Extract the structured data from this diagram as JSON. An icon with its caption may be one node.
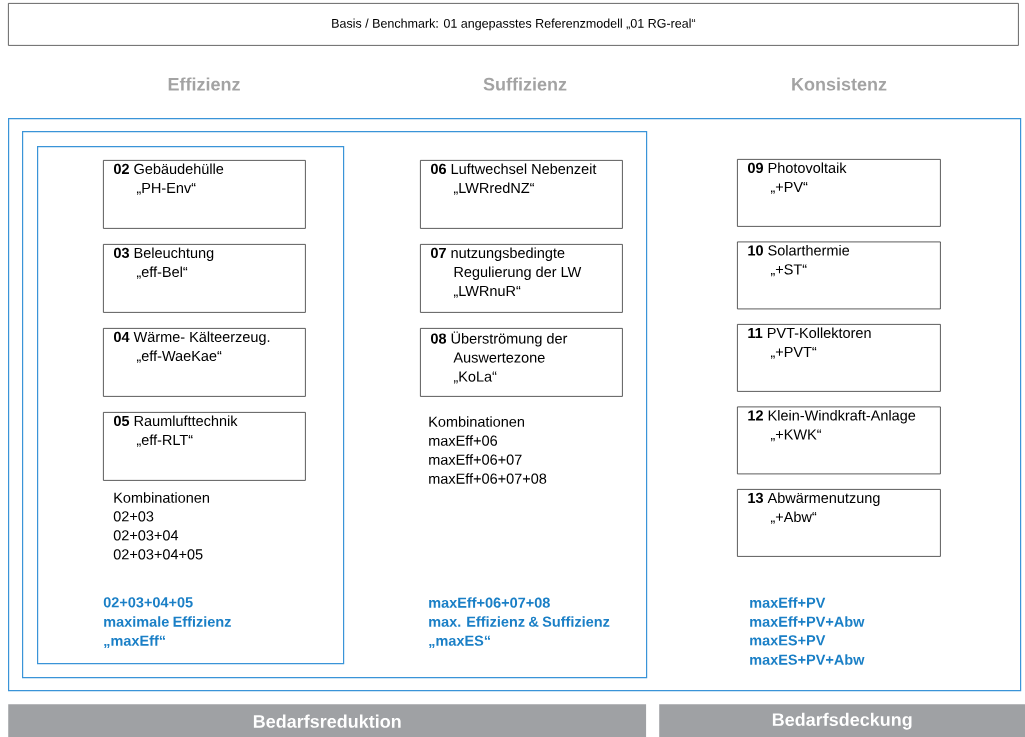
{
  "diagram": {
    "nodes": [
      {
        "text": [
          "Basis / Benchmark: 01 angepasstes Referenzmodell „01 RG-real“"
        ]
      },
      {
        "text": [
          "maxEff+PV",
          "maxEff+PV+Abw",
          "maxES+PV",
          "maxES+PV+Abw"
        ]
      },
      {
        "text": [
          "Kombinationen",
          "maxEff+06",
          "maxEff+06+07",
          "maxEff+06+07+08",
          "maxEff+06+07+08",
          "max. Effizienz & Suffizienz „maxES“"
        ],
        "in": 1
      },
      {
        "text": [
          "Kombinationen",
          "02+03",
          "02+03+04",
          "02+03+04+05",
          "02+03+04+05",
          "maximale Effizienz „maxEff“"
        ],
        "in": 2
      },
      {
        "text": [
          "**02** Gebäudehülle",
          "„PH-Env“"
        ],
        "in": 3
      },
      {
        "text": [
          "**03** Beleuchtung",
          "„eff-Bel“"
        ],
        "in": 3
      },
      {
        "text": [
          "**04** Wärme- Kälteerzeug.",
          "„eff-WaeKae“"
        ],
        "in": 3
      },
      {
        "text": [
          "**05** Raumlufttechnik",
          "„eff-RLT“"
        ],
        "in": 3
      },
      {
        "text": [
          "**06** Luftwechsel Nebenzeit",
          "„LWRredNZ“"
        ],
        "in": 2
      },
      {
        "text": [
          "**07** nutzungsbedingte Regulierung der LW",
          "„LWRnuR“"
        ],
        "in": 2
      },
      {
        "text": [
          "**08** Überströmung der Auswertezone",
          "„KoLa“"
        ],
        "in": 2
      },
      {
        "text": [
          "**09** Photovoltaik",
          "„+PV“"
        ],
        "in": 1
      },
      {
        "text": [
          "**10** Solarthermie",
          "„+ST“"
        ],
        "in": 1
      },
      {
        "text": [
          "**11** PVT-Kollektoren",
          "„+PVT“"
        ],
        "in": 1
      },
      {
        "text": [
          "**12** Klein-Windkraft-Anlage",
          "„+KWK“"
        ],
        "in": 1
      },
      {
        "text": [
          "**13** Abwärmenutzung",
          "„+Abw“"
        ],
        "in": 1
      },
      {
        "text": [
          "Bedarfsreduktion"
        ]
      },
      {
        "text": [
          "Bedarfsdeckung"
        ]
      }
    ],
    "labels": [
      "Effizienz",
      "Suffizienz",
      "Konsistenz"
    ]
  }
}
